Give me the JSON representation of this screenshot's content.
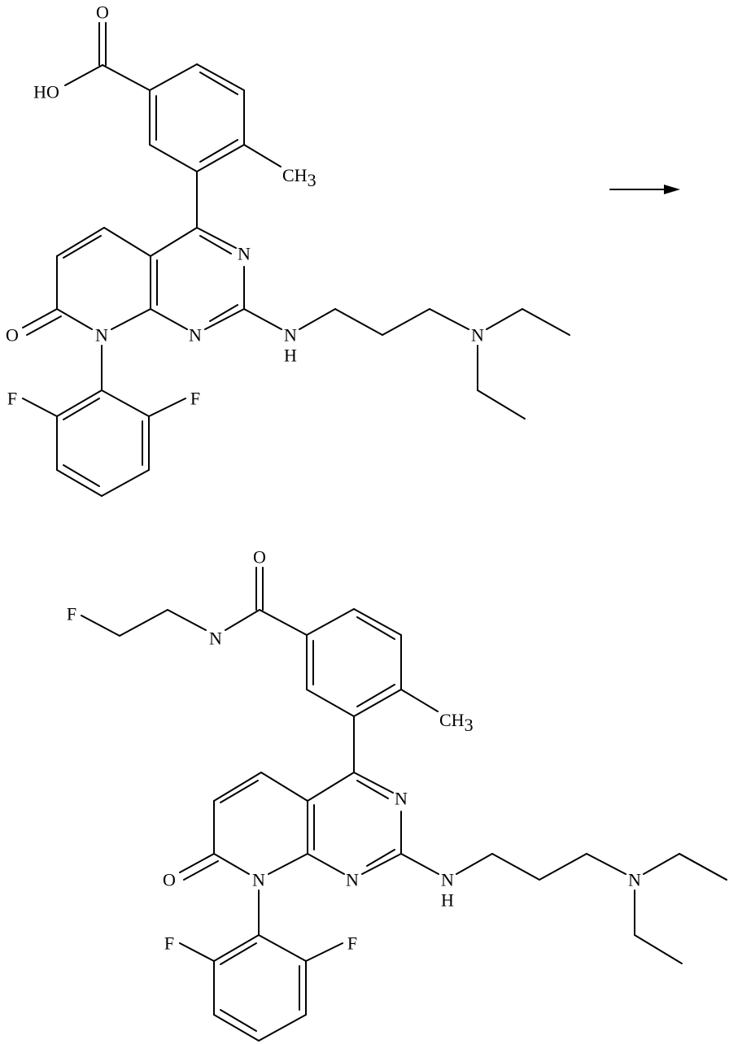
{
  "diagram": {
    "type": "chemical reaction scheme",
    "line_color": "#000000",
    "background": "#ffffff",
    "reactant": {
      "labels": {
        "carbonyl_o": "O",
        "hydroxyl": "HO",
        "methyl": "CH",
        "methyl_sub": "3",
        "n3": "N",
        "n1": "N",
        "n8": "N",
        "lactam_o": "O",
        "amine_n": "N",
        "amine_h": "H",
        "diethyl_n": "N",
        "f_left": "F",
        "f_right": "F"
      }
    },
    "arrow": {
      "direction": "right"
    },
    "product": {
      "labels": {
        "carbonyl_o": "O",
        "amide_n": "N",
        "fluoro": "F",
        "methyl": "CH",
        "methyl_sub": "3",
        "n3": "N",
        "n1": "N",
        "n8": "N",
        "lactam_o": "O",
        "amine_n": "N",
        "amine_h": "H",
        "diethyl_n": "N",
        "f_left": "F",
        "f_right": "F"
      }
    }
  }
}
